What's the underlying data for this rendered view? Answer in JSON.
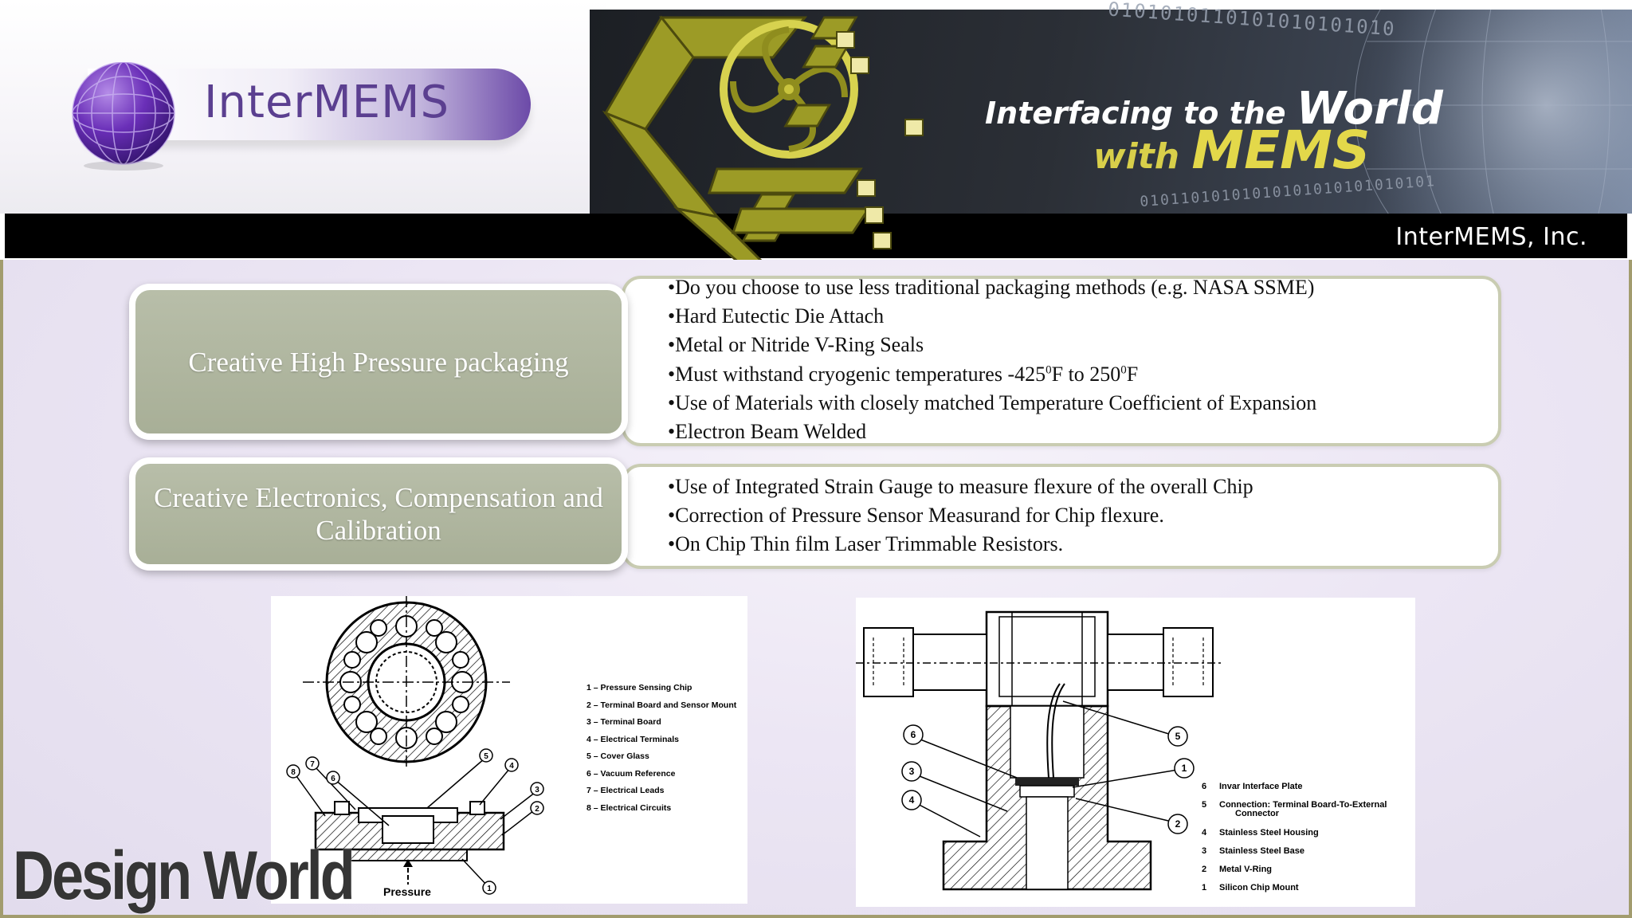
{
  "banner": {
    "logo_text": "InterMEMS",
    "tagline_part1": "Interfacing to the",
    "tagline_part2": "World",
    "tagline_part3": "with",
    "tagline_part4": "MEMS",
    "company_name": "InterMEMS, Inc.",
    "binary_top": "0101010110101010101010",
    "binary_bottom": "01011010101010101010101010101"
  },
  "rows": [
    {
      "label": "Creative High Pressure packaging",
      "bullets": [
        "Do you choose to use less traditional packaging methods (e.g. NASA SSME)",
        "Hard Eutectic Die Attach",
        "Metal or Nitride V-Ring Seals",
        "Use of Materials with closely matched Temperature Coefficient of Expansion",
        "Electron Beam Welded"
      ],
      "temp_bullet": {
        "prefix": "Must withstand cryogenic temperatures -425",
        "sup1": "0",
        "mid": "F to 250",
        "sup2": "0",
        "suffix": "F"
      }
    },
    {
      "label": "Creative Electronics, Compensation and Calibration",
      "bullets": [
        "Use of Integrated Strain Gauge to measure flexure of the overall Chip",
        "Correction of Pressure Sensor Measurand for Chip flexure.",
        "On Chip Thin film Laser Trimmable Resistors."
      ]
    }
  ],
  "figure1": {
    "legend": [
      "1 – Pressure Sensing Chip",
      "2 – Terminal Board and Sensor Mount",
      "3 – Terminal Board",
      "4 – Electrical Terminals",
      "5 – Cover Glass",
      "6 – Vacuum Reference",
      "7 – Electrical Leads",
      "8 – Electrical Circuits"
    ],
    "callouts": [
      "8",
      "7",
      "6",
      "5",
      "4",
      "3",
      "2",
      "1"
    ],
    "pressure_label": "Pressure"
  },
  "figure2": {
    "legend": [
      {
        "num": "6",
        "text": "Invar Interface Plate"
      },
      {
        "num": "5",
        "text": "Connection: Terminal Board-To-External",
        "text2": "Connector"
      },
      {
        "num": "4",
        "text": "Stainless Steel Housing"
      },
      {
        "num": "3",
        "text": "Stainless Steel Base"
      },
      {
        "num": "2",
        "text": "Metal V-Ring"
      },
      {
        "num": "1",
        "text": "Silicon Chip Mount"
      }
    ],
    "callouts": [
      "6",
      "5",
      "1",
      "3",
      "4",
      "2"
    ]
  },
  "watermark": "Design World",
  "colors": {
    "banner_black": "#000000",
    "logo_purple": "#5b3f90",
    "mems_yellow": "#e3d84a",
    "label_box": "#aab098",
    "border_olive": "#a29c6e"
  }
}
